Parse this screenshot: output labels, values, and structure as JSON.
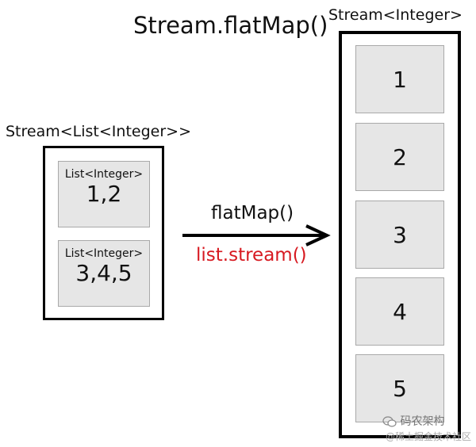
{
  "title": "Stream.flatMap()",
  "source": {
    "type_label": "Stream<List<Integer>>",
    "lists": [
      {
        "type": "List<Integer>",
        "values": "1,2"
      },
      {
        "type": "List<Integer>",
        "values": "3,4,5"
      }
    ]
  },
  "operation": {
    "label": "flatMap()",
    "mapper": "list.stream()",
    "mapper_color": "#d71920"
  },
  "result": {
    "type_label": "Stream<Integer>",
    "items": [
      "1",
      "2",
      "3",
      "4",
      "5"
    ]
  },
  "watermark": {
    "line1": "码农架构",
    "line2": "@稀土掘金技术社区",
    "icon": "wechat-icon"
  }
}
